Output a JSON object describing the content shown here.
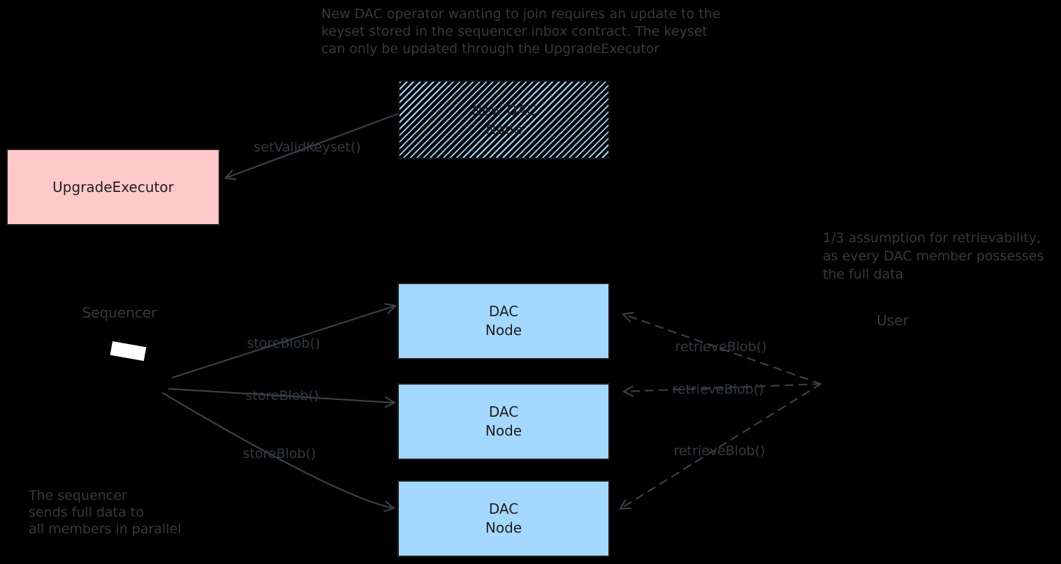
{
  "top_note": {
    "line1": "New DAC operator wanting to join requires an update to the",
    "line2": "keyset stored in the sequencer inbox contract. The keyset",
    "line3": "can only be updated through the UpgradeExecutor"
  },
  "right_note": {
    "line1": "1/3 assumption for retrievability,",
    "line2": "as every DAC member possesses",
    "line3": "the full data"
  },
  "bottom_note": {
    "line1": "The sequencer",
    "line2": "sends full data to",
    "line3": "all members in parallel"
  },
  "boxes": {
    "upgrade_executor": {
      "label": "UpgradeExecutor"
    },
    "new_dac_node": {
      "line1": "New DAC",
      "line2": "Node"
    },
    "dac_nodes": [
      {
        "line1": "DAC",
        "line2": "Node"
      },
      {
        "line1": "DAC",
        "line2": "Node"
      },
      {
        "line1": "DAC",
        "line2": "Node"
      }
    ]
  },
  "actors": {
    "sequencer": "Sequencer",
    "user": "User"
  },
  "edges": {
    "set_valid_keyset": "setValidKeyset()",
    "store_blob": [
      "storeBlob()",
      "storeBlob()",
      "storeBlob()"
    ],
    "retrieve_blob": [
      "retrieveBlob()",
      "retrieveBlob()",
      "retrieveBlob()"
    ]
  },
  "colors": {
    "background": "#000000",
    "handwriting_stroke": "#343a40",
    "arrow_stroke": "#3a4046",
    "pink_fill": "#ffc9c9",
    "blue_fill": "#a5d8ff",
    "hatch_stripe": "#a5d8ff",
    "box_border": "#1e1e1e",
    "sequencer_mark": "#ffffff"
  }
}
